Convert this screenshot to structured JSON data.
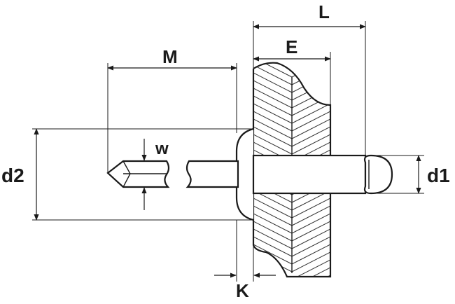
{
  "labels": {
    "L": "L",
    "E": "E",
    "M": "M",
    "w": "w",
    "d2": "d2",
    "d1": "d1",
    "K": "K"
  },
  "colors": {
    "ink": "#1a1a1a",
    "hatch": "#333333",
    "background": "#ffffff"
  }
}
